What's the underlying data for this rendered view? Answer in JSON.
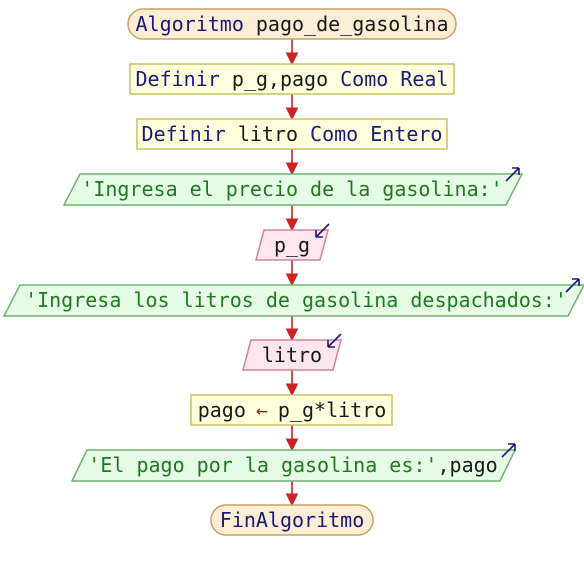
{
  "flowchart": {
    "start": {
      "keyword": "Algoritmo",
      "name": "pago_de_gasolina"
    },
    "define1": {
      "keyword": "Definir",
      "vars": "p_g,pago",
      "como": "Como",
      "type": "Real"
    },
    "define2": {
      "keyword": "Definir",
      "vars": "litro",
      "como": "Como",
      "type": "Entero"
    },
    "write1": {
      "text": "'Ingresa el precio de la gasolina:'"
    },
    "read1": {
      "var": "p_g"
    },
    "write2": {
      "text": "'Ingresa los litros de gasolina despachados:'"
    },
    "read2": {
      "var": "litro"
    },
    "assign": {
      "target": "pago",
      "arrow": "←",
      "expr": "p_g*litro"
    },
    "write3": {
      "text": "'El pago por la gasolina es:'",
      "sep": ",",
      "var": "pago"
    },
    "end": {
      "keyword": "FinAlgoritmo"
    }
  },
  "colors": {
    "terminal_fill": "#fbeed5",
    "terminal_stroke": "#c9a060",
    "process_fill": "#ffffde",
    "process_stroke": "#c8c060",
    "output_fill": "#e6fbe6",
    "output_stroke": "#70b070",
    "input_fill": "#fde6ee",
    "input_stroke": "#d080a0",
    "arrow": "#cc2222",
    "io_arrow": "#1a1a7a"
  }
}
